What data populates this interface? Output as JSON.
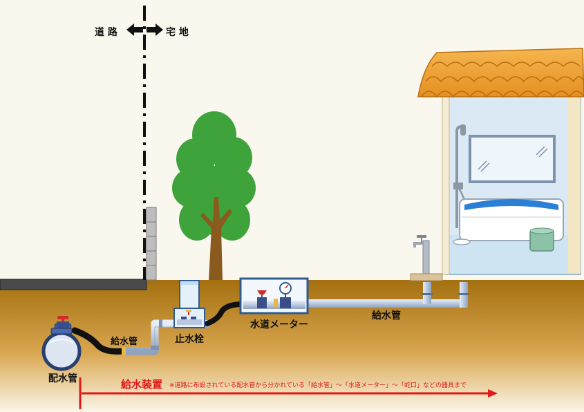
{
  "labels": {
    "road": "道 路",
    "property": "宅 地",
    "supply_pipe_left": "給水管",
    "supply_pipe_right": "給水管",
    "stop_valve": "止水栓",
    "water_meter": "水道メーター",
    "distribution_main": "配水管",
    "installation_title": "給水装置",
    "installation_note": "※道路に布設されている配水管から分かれている「給水管」～「水道メーター」～「蛇口」などの器具まで"
  },
  "colors": {
    "soil_top": "#a4700f",
    "soil_bottom": "#fbf6e8",
    "sky": "#faf7ef",
    "road_surface": "#4a4a4a",
    "pipe_blue": "#c9d6e8",
    "pipe_black": "#111111",
    "tree_green": "#3da33a",
    "trunk": "#8a5a1e",
    "roof": "#f0a33a",
    "bath_water": "#2b7fd6",
    "accent_red": "#e01818"
  },
  "icons": [
    "road-arrow-left-icon",
    "property-arrow-right-icon",
    "tree-icon",
    "house-icon",
    "bathtub-icon",
    "faucet-icon",
    "water-meter-icon",
    "stop-valve-icon",
    "distribution-main-icon"
  ]
}
